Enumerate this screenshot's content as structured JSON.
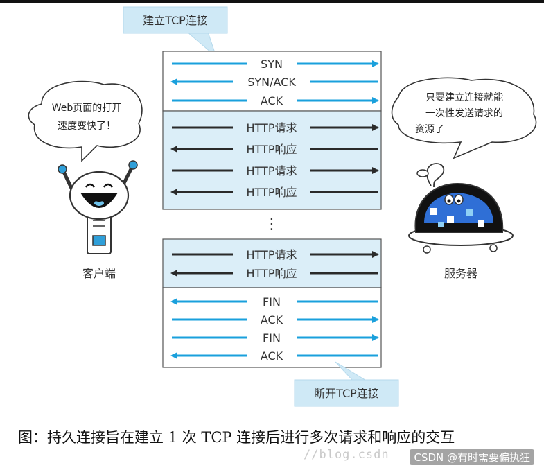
{
  "callouts": {
    "establish": "建立TCP连接",
    "terminate": "断开TCP连接"
  },
  "handshake": [
    {
      "label": "SYN",
      "direction": "right"
    },
    {
      "label": "SYN/ACK",
      "direction": "left"
    },
    {
      "label": "ACK",
      "direction": "right"
    }
  ],
  "requests_top": [
    {
      "label": "HTTP请求",
      "direction": "right"
    },
    {
      "label": "HTTP响应",
      "direction": "left"
    },
    {
      "label": "HTTP请求",
      "direction": "right"
    },
    {
      "label": "HTTP响应",
      "direction": "left"
    }
  ],
  "ellipsis": "⋮",
  "requests_bottom": [
    {
      "label": "HTTP请求",
      "direction": "right"
    },
    {
      "label": "HTTP响应",
      "direction": "left"
    }
  ],
  "teardown": [
    {
      "label": "FIN",
      "direction": "left"
    },
    {
      "label": "ACK",
      "direction": "right"
    },
    {
      "label": "FIN",
      "direction": "right"
    },
    {
      "label": "ACK",
      "direction": "left"
    }
  ],
  "client": {
    "bubble_lines": [
      "Web页面的打开",
      "速度变快了！"
    ],
    "label": "客户端"
  },
  "server": {
    "bubble_lines": [
      "只要建立连接就能",
      "一次性发送请求的",
      "资源了"
    ],
    "label": "服务器"
  },
  "caption": "图：持久连接旨在建立 1 次 TCP 连接后进行多次请求和响应的交互",
  "watermark": "//blog.csdn",
  "attribution": "CSDN @有时需要偏执狂",
  "colors": {
    "tcp_arrow": "#1aa0dc",
    "http_arrow": "#2a2a2a",
    "panel_fill": "#dbeef8",
    "callout_fill": "#cfe9f6",
    "robot_blue": "#2f6fd6"
  }
}
